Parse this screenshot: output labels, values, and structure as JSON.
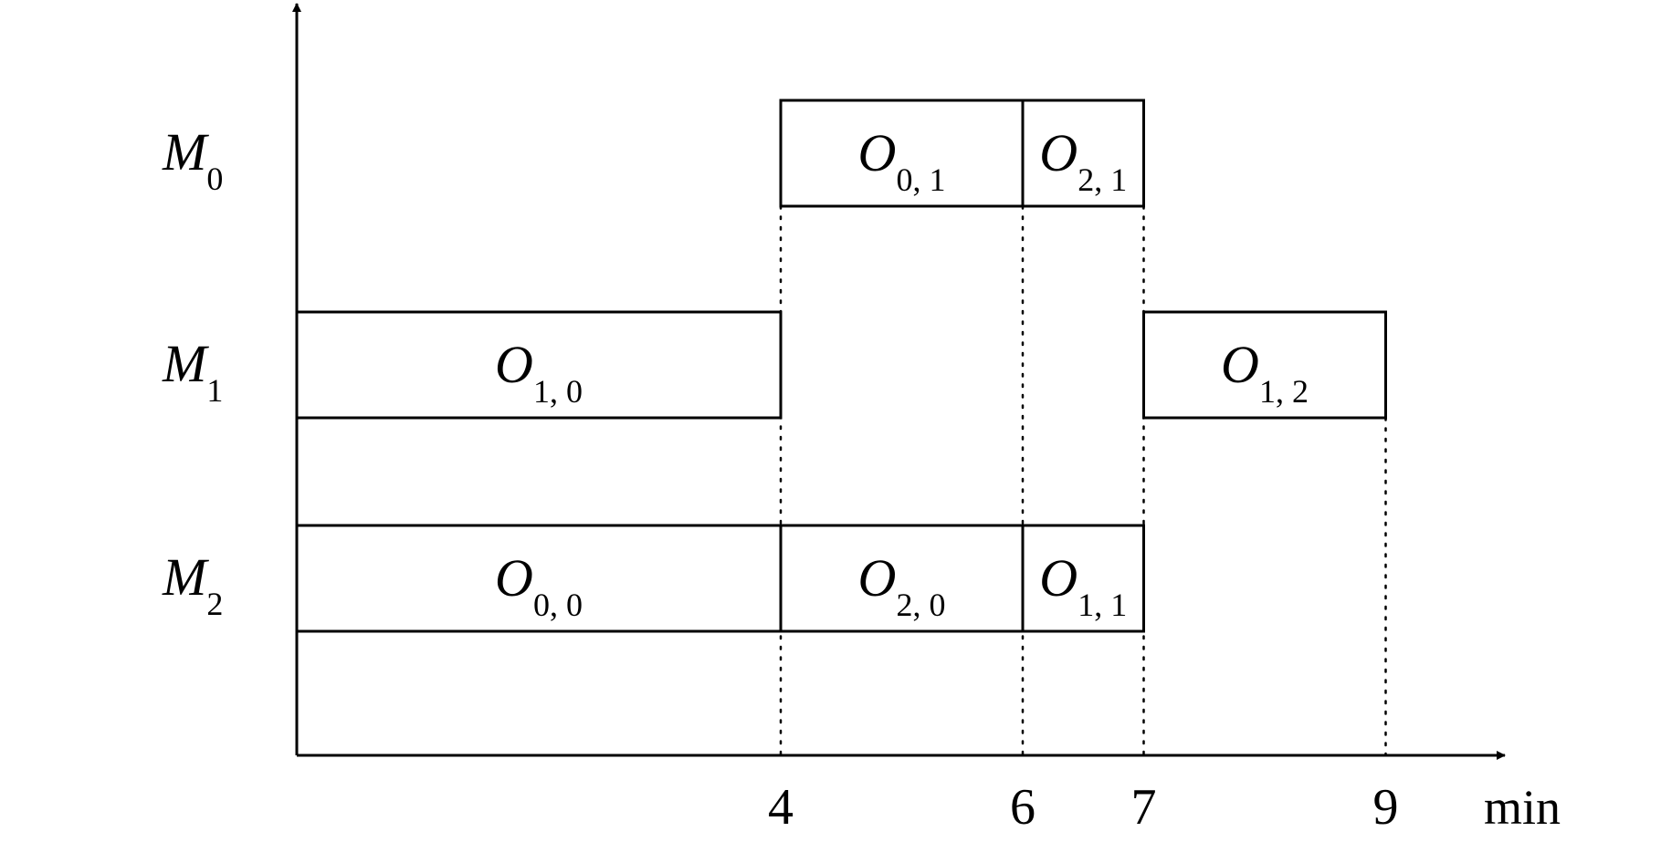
{
  "chart_data": {
    "type": "gantt",
    "x_unit_label": "min",
    "x_ticks": [
      "4",
      "6",
      "7",
      "9"
    ],
    "machines": [
      {
        "id": "M0",
        "letter": "M",
        "sub": "0"
      },
      {
        "id": "M1",
        "letter": "M",
        "sub": "1"
      },
      {
        "id": "M2",
        "letter": "M",
        "sub": "2"
      }
    ],
    "operations": [
      {
        "machine": 0,
        "start": 4,
        "end": 6,
        "letter": "O",
        "sub": "0, 1"
      },
      {
        "machine": 0,
        "start": 6,
        "end": 7,
        "letter": "O",
        "sub": "2, 1"
      },
      {
        "machine": 1,
        "start": 0,
        "end": 4,
        "letter": "O",
        "sub": "1, 0"
      },
      {
        "machine": 1,
        "start": 7,
        "end": 9,
        "letter": "O",
        "sub": "1, 2"
      },
      {
        "machine": 2,
        "start": 0,
        "end": 4,
        "letter": "O",
        "sub": "0, 0"
      },
      {
        "machine": 2,
        "start": 4,
        "end": 6,
        "letter": "O",
        "sub": "2, 0"
      },
      {
        "machine": 2,
        "start": 6,
        "end": 7,
        "letter": "O",
        "sub": "1, 1"
      }
    ],
    "guides": [
      {
        "x": 4,
        "from_machine": 0
      },
      {
        "x": 6,
        "from_machine": 0
      },
      {
        "x": 7,
        "from_machine": 0
      },
      {
        "x": 9,
        "from_machine": 1
      }
    ],
    "colors": {
      "ink": "#000000",
      "fill": "#ffffff"
    }
  }
}
